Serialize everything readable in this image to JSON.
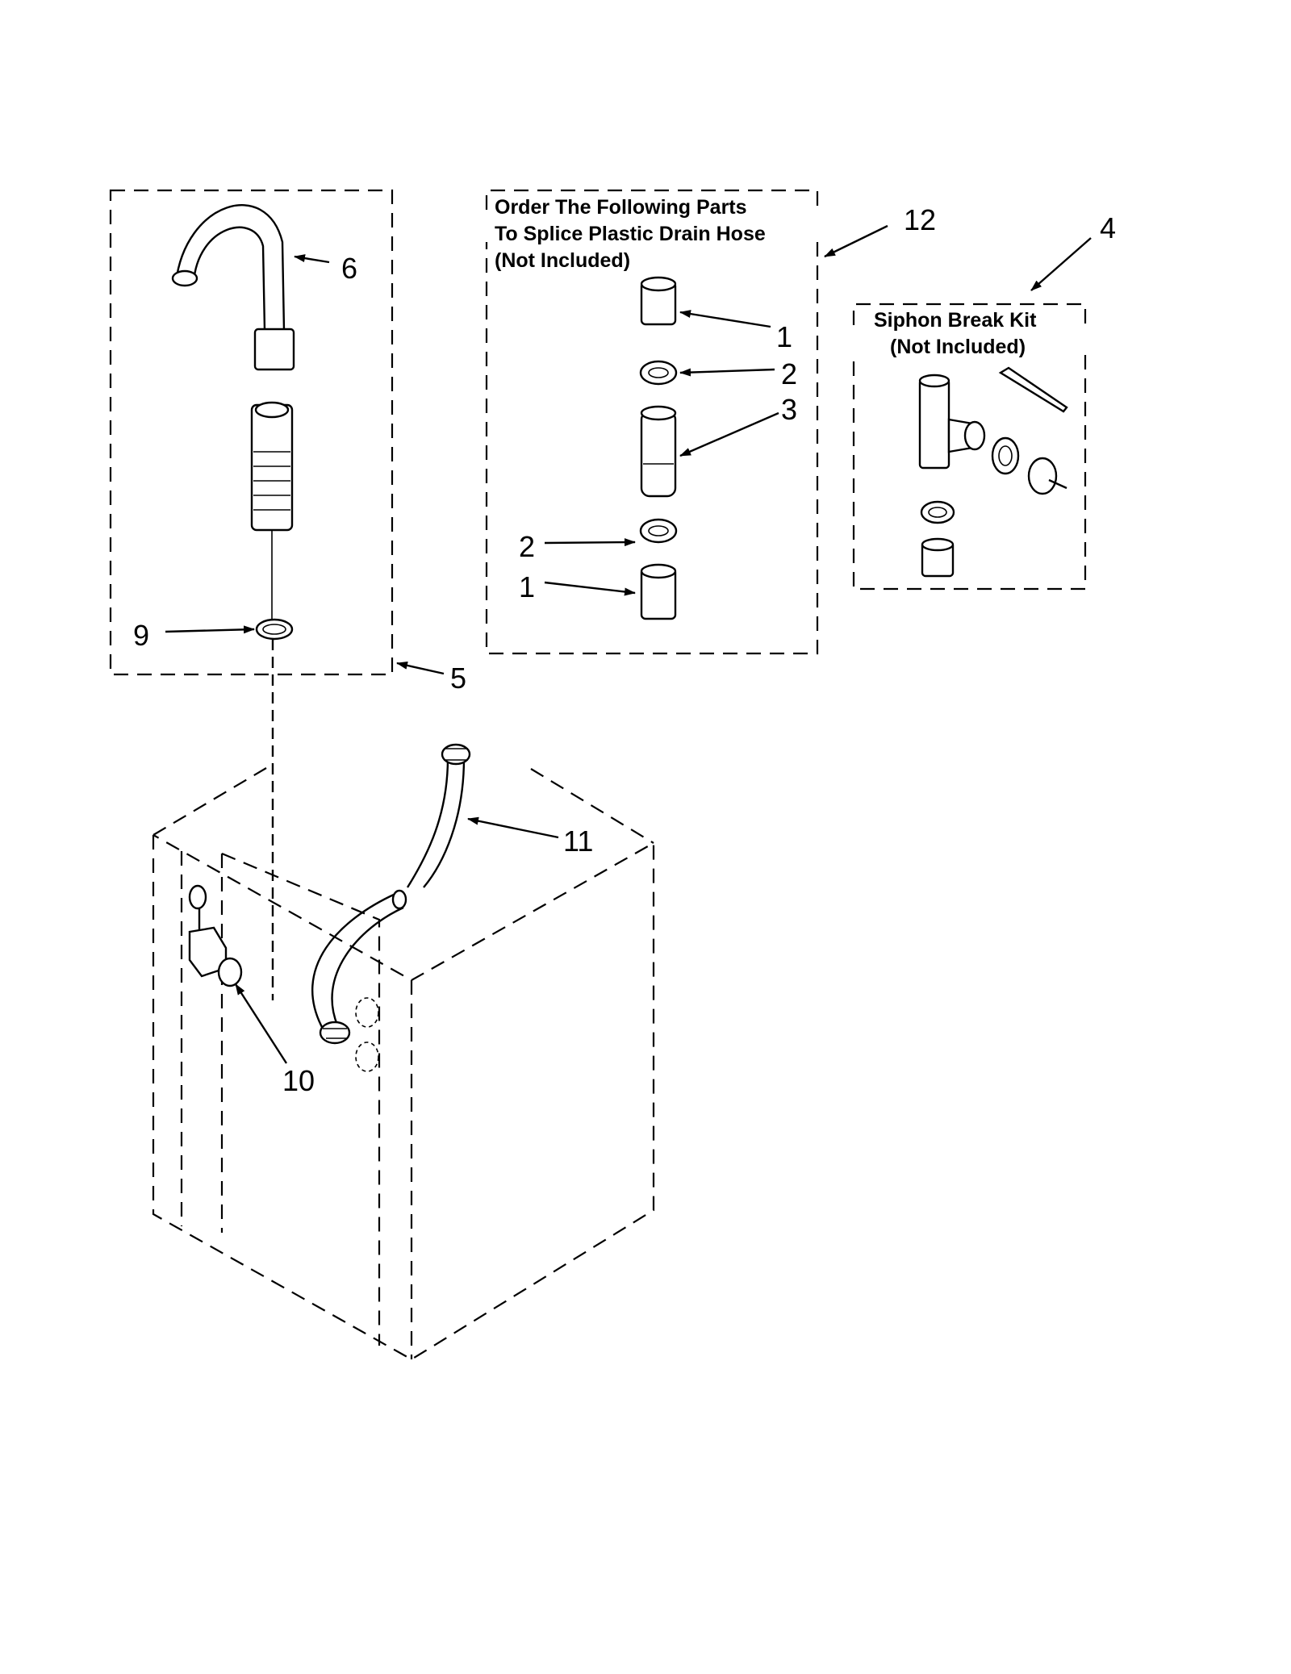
{
  "callouts": {
    "c1a": "1",
    "c1b": "1",
    "c2a": "2",
    "c2b": "2",
    "c3": "3",
    "c4": "4",
    "c5": "5",
    "c6": "6",
    "c9": "9",
    "c10": "10",
    "c11": "11",
    "c12": "12"
  },
  "splice_box": {
    "line1": "Order The Following Parts",
    "line2": "To Splice Plastic Drain Hose",
    "line3": "(Not Included)"
  },
  "siphon_box": {
    "line1": "Siphon Break Kit",
    "line2": "(Not Included)"
  }
}
